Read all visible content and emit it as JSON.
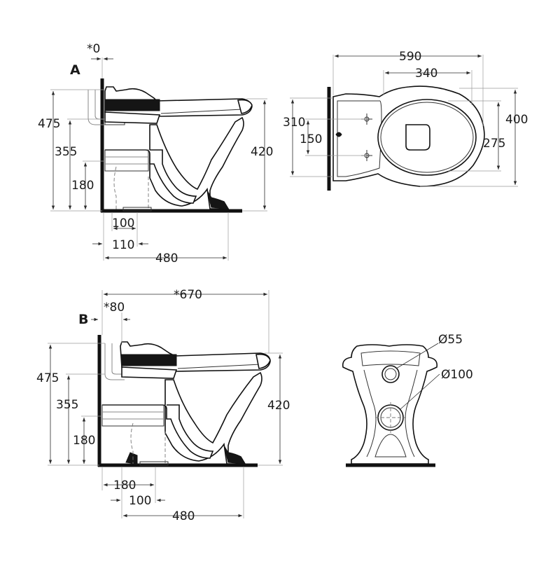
{
  "diagram": {
    "view_a": {
      "label": "A",
      "dims": {
        "wall_offset": "*0",
        "h_475": "475",
        "h_355": "355",
        "h_180": "180",
        "h_420": "420",
        "w_100": "100",
        "w_110": "110",
        "w_480": "480"
      }
    },
    "view_b": {
      "label": "B",
      "dims": {
        "w_670": "*670",
        "wall_offset": "*80",
        "h_475": "475",
        "h_355": "355",
        "h_180": "180",
        "h_420": "420",
        "w_180": "180",
        "w_100": "100",
        "w_480": "480"
      }
    },
    "top_view": {
      "dims": {
        "w_590": "590",
        "w_340": "340",
        "h_310": "310",
        "h_150": "150",
        "h_400": "400",
        "h_275": "275"
      }
    },
    "front_view": {
      "dims": {
        "d_55": "Ø55",
        "d_100": "Ø100"
      }
    }
  }
}
